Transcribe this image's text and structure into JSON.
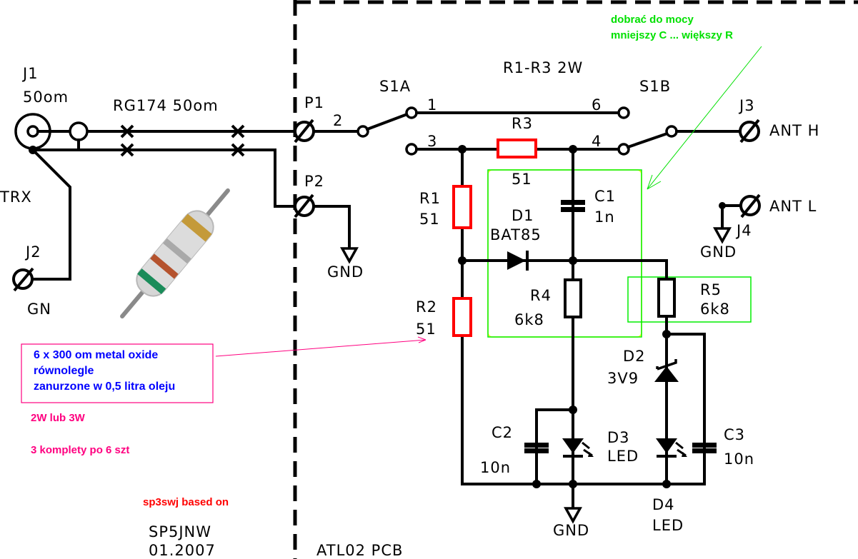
{
  "title": "TRX / antenna switch with dummy load and RF indicator schematic",
  "labels": {
    "j1": "J1",
    "j1_imp": "50om",
    "coax": "RG174 50om",
    "trx": "TRX",
    "j2": "J2",
    "j2_name": "GN",
    "p1": "P1",
    "p2": "P2",
    "p2_gnd": "GND",
    "s1a": "S1A",
    "s1b": "S1B",
    "r_power": "R1-R3 2W",
    "pin1": "1",
    "pin2": "2",
    "pin3": "3",
    "pin4": "4",
    "pin6": "6",
    "r3": "R3",
    "r3_val": "51",
    "r1": "R1",
    "r1_val": "51",
    "r2": "R2",
    "r2_val": "51",
    "c1": "C1",
    "c1_val": "1n",
    "d1": "D1",
    "d1_val": "BAT85",
    "r4": "R4",
    "r4_val": "6k8",
    "r5": "R5",
    "r5_val": "6k8",
    "d2": "D2",
    "d2_val": "3V9",
    "c2": "C2",
    "c2_val": "10n",
    "d3": "D3",
    "d3_val": "LED",
    "c3": "C3",
    "c3_val": "10n",
    "d4": "D4",
    "d4_val": "LED",
    "gnd_bottom": "GND",
    "j3": "J3",
    "ant_h": "ANT H",
    "j4": "J4",
    "ant_l": "ANT L",
    "j4_gnd": "GND",
    "author": "SP5JNW",
    "date": "01.2007",
    "pcb": "ATL02 PCB"
  },
  "notes": {
    "green_line1": "dobrać do mocy",
    "green_line2": "mniejszy C ... większy R",
    "blue_line1": "6 x 300 om metal oxide",
    "blue_line2": "równolegle",
    "blue_line3": "zanurzone w 0,5 litra oleju",
    "power_rating": "2W lub 3W",
    "sets": "3 komplety po 6 szt",
    "based_on": "sp3swj based on"
  },
  "colors": {
    "wire": "#000000",
    "resistor_highlight": "#ff0000",
    "green_note": "#00e000",
    "blue_note": "#0000ff",
    "magenta_note": "#ff0080",
    "red_note": "#ff0000",
    "highlight_box_green": "#00ee00",
    "highlight_box_yellow": "#ffff00"
  }
}
